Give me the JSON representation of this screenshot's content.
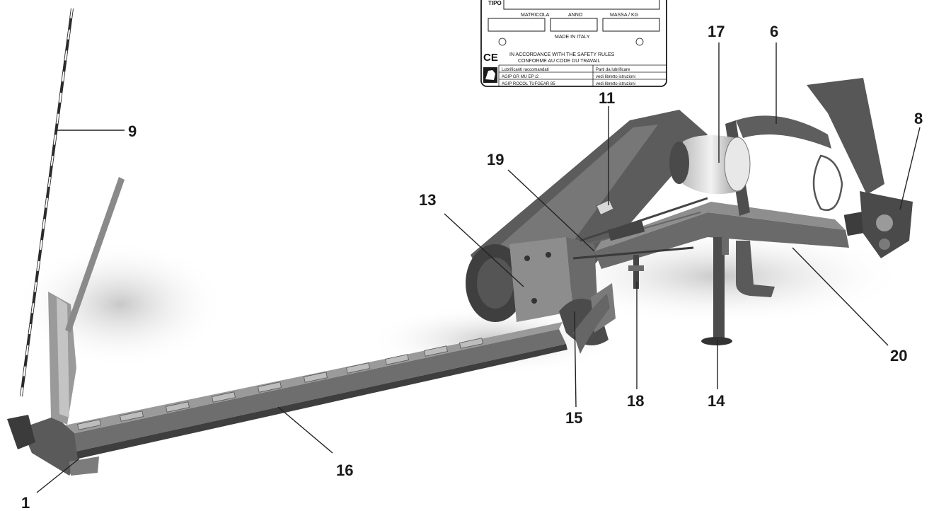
{
  "plate": {
    "tipo": "TIPO",
    "matricola": "MATRICOLA",
    "anno": "ANNO",
    "massa": "MASSA / KG",
    "made_in": "MADE IN ITALY",
    "ce_mark": "CE",
    "safety_en": "IN ACCORDANCE WITH THE SAFETY RULES",
    "safety_fr": "CONFORME AU CODE DU TRAVAIL",
    "rows": [
      {
        "left": "Lubrificanti raccomandati",
        "right": "Parti da lubrificare"
      },
      {
        "left": "AGIP GR MU EP /2",
        "right": "vedi libretto istruzioni"
      },
      {
        "left": "AGIP ROCOL TUFGEAR 85",
        "right": "vedi libretto istruzioni"
      }
    ]
  },
  "callouts": [
    {
      "id": "c1",
      "label": "1"
    },
    {
      "id": "c6",
      "label": "6"
    },
    {
      "id": "c8",
      "label": "8"
    },
    {
      "id": "c9",
      "label": "9"
    },
    {
      "id": "c11",
      "label": "11"
    },
    {
      "id": "c13",
      "label": "13"
    },
    {
      "id": "c14",
      "label": "14"
    },
    {
      "id": "c15",
      "label": "15"
    },
    {
      "id": "c16",
      "label": "16"
    },
    {
      "id": "c17",
      "label": "17"
    },
    {
      "id": "c18",
      "label": "18"
    },
    {
      "id": "c19",
      "label": "19"
    },
    {
      "id": "c20",
      "label": "20"
    }
  ]
}
